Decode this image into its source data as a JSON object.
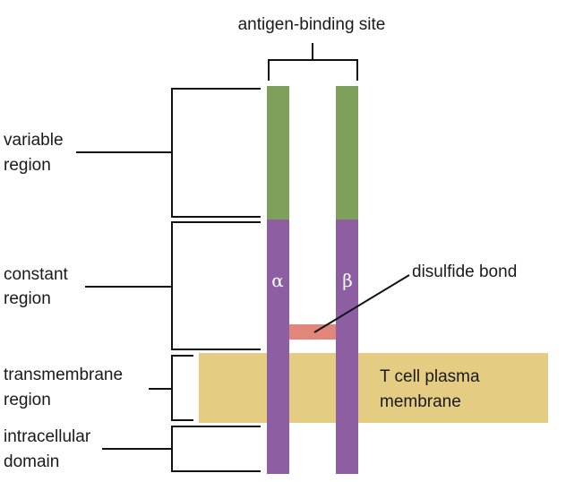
{
  "labels": {
    "antigen_binding_site": "antigen-binding site",
    "variable_region_1": "variable",
    "variable_region_2": "region",
    "constant_region_1": "constant",
    "constant_region_2": "region",
    "transmembrane_region_1": "transmembrane",
    "transmembrane_region_2": "region",
    "intracellular_domain_1": "intracellular",
    "intracellular_domain_2": "domain",
    "disulfide_bond": "disulfide bond",
    "membrane_1": "T cell plasma",
    "membrane_2": "membrane",
    "alpha_chain": "α",
    "beta_chain": "β"
  },
  "colors": {
    "variable": "#7fa05a",
    "constant": "#8d5fa2",
    "membrane": "#e4cc83",
    "bond": "#e0867b",
    "line": "#111111"
  }
}
